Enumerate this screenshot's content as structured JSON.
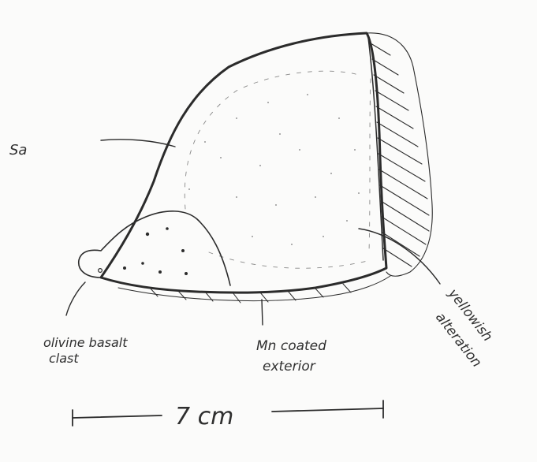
{
  "labels": {
    "groundmass": "Sa",
    "clast_line1": "olivine basalt",
    "clast_line2": "clast",
    "exterior_line1": "Mn coated",
    "exterior_line2": "exterior",
    "alteration_line1": "yellowish",
    "alteration_line2": "alteration",
    "scale_bar": "7 cm"
  },
  "colors": {
    "ink": "#2b2b2b",
    "paper": "#fbfbfa"
  }
}
